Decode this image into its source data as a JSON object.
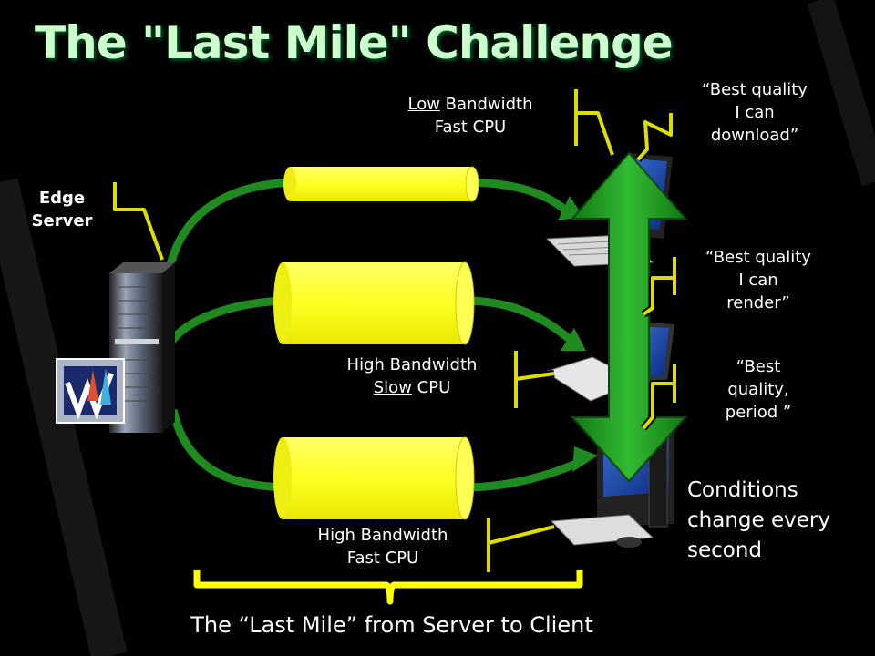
{
  "slide": {
    "title": "The \"Last Mile\" Challenge",
    "edge_server": [
      "Edge",
      "Server"
    ],
    "pipe_labels": {
      "low": {
        "underlined": "Low",
        "rest1": " Bandwidth",
        "line2": "Fast CPU"
      },
      "mid": {
        "line1": "High Bandwidth",
        "underlined": "Slow",
        "rest2": " CPU"
      },
      "high": {
        "line1": "High Bandwidth",
        "line2": "Fast CPU"
      }
    },
    "quotes": [
      [
        "“Best quality",
        "I can",
        "download”"
      ],
      [
        "“Best quality",
        "I can",
        "render”"
      ],
      [
        "“Best",
        "quality,",
        "period ”"
      ]
    ],
    "conditions": [
      "Conditions",
      "change every",
      "second"
    ],
    "footer": "The “Last Mile” from Server to Client"
  },
  "colors": {
    "title": "#ccffcc",
    "pipe": "#ffff33",
    "bracket": "#ffff00",
    "arrow": "#22aa22",
    "curve": "#1f8a1f"
  },
  "icons": [
    "edge-server-icon",
    "app-logo-icon",
    "laptop-icon",
    "tablet-icon",
    "desktop-pc-icon"
  ]
}
